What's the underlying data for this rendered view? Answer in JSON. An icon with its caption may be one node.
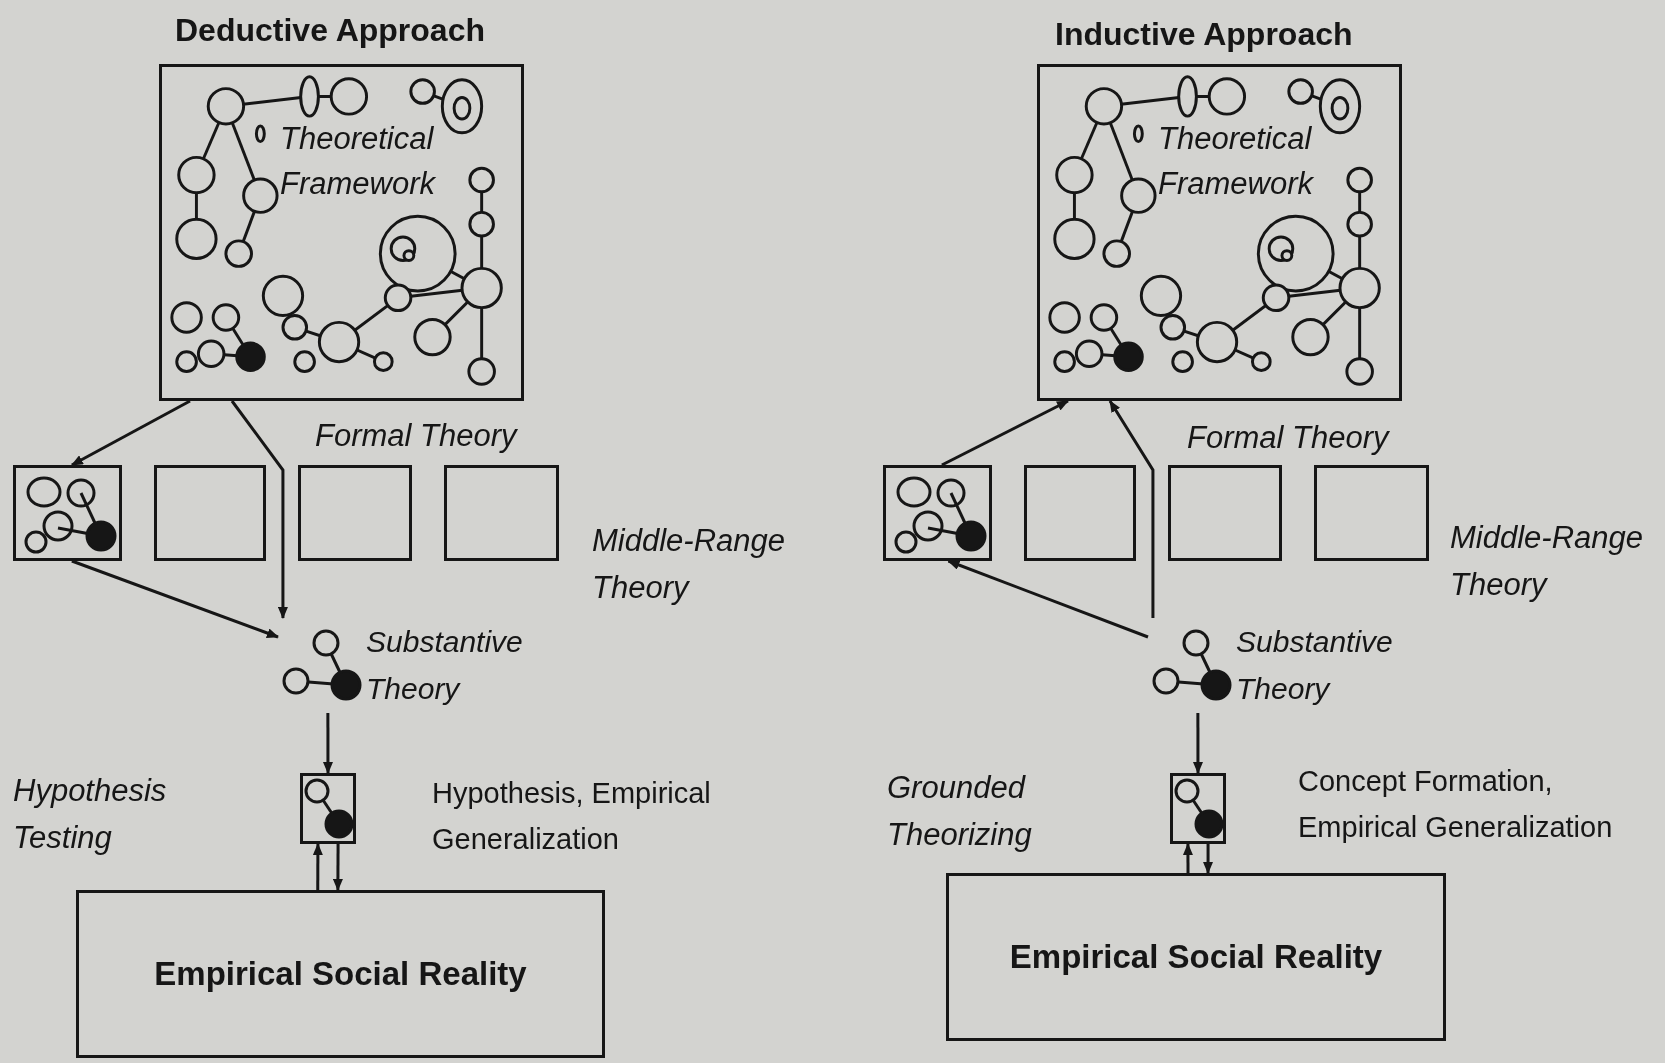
{
  "diagram": {
    "nodes": [
      {
        "text": [
          "Theoretical Framework"
        ]
      },
      {
        "text": [],
        "shape": "box"
      },
      {
        "text": [],
        "shape": "box"
      },
      {
        "text": [],
        "shape": "box"
      },
      {
        "text": [],
        "shape": "box"
      },
      {
        "text": [
          "Substantive Theory"
        ]
      },
      {
        "text": [],
        "shape": "box"
      },
      {
        "text": [
          "Empirical Social Reality"
        ]
      },
      {
        "text": [
          "Theoretical Framework"
        ]
      },
      {
        "text": [],
        "shape": "box"
      },
      {
        "text": [],
        "shape": "box"
      },
      {
        "text": [],
        "shape": "box"
      },
      {
        "text": [],
        "shape": "box"
      },
      {
        "text": [
          "Substantive Theory"
        ]
      },
      {
        "text": [],
        "shape": "box"
      },
      {
        "text": [
          "Empirical Social Reality"
        ]
      }
    ],
    "edges": [
      {
        "from": 0,
        "to": 1,
        "arrow": "to"
      },
      {
        "from": 0,
        "to": 5,
        "arrow": "to"
      },
      {
        "from": 1,
        "to": 5,
        "arrow": "to"
      },
      {
        "from": 5,
        "to": 6,
        "arrow": "to"
      },
      {
        "from": 7,
        "to": 6,
        "arrow": "to"
      },
      {
        "from": 6,
        "to": 7,
        "arrow": "to"
      },
      {
        "from": 9,
        "to": 8,
        "arrow": "to"
      },
      {
        "from": 13,
        "to": 8,
        "arrow": "to"
      },
      {
        "from": 13,
        "to": 9,
        "arrow": "to"
      },
      {
        "from": 13,
        "to": 14,
        "arrow": "to"
      },
      {
        "from": 15,
        "to": 14,
        "arrow": "to"
      },
      {
        "from": 14,
        "to": 15,
        "arrow": "to"
      }
    ],
    "labels": [
      "Deductive Approach",
      "Inductive Approach",
      "Formal Theory",
      "Middle-Range Theory",
      "Hypothesis Testing",
      "Formal Theory",
      "Middle-Range Theory",
      "Grounded Theorizing",
      "Hypothesis, Empirical Generalization",
      "Concept Formation, Empirical Generalization"
    ]
  }
}
